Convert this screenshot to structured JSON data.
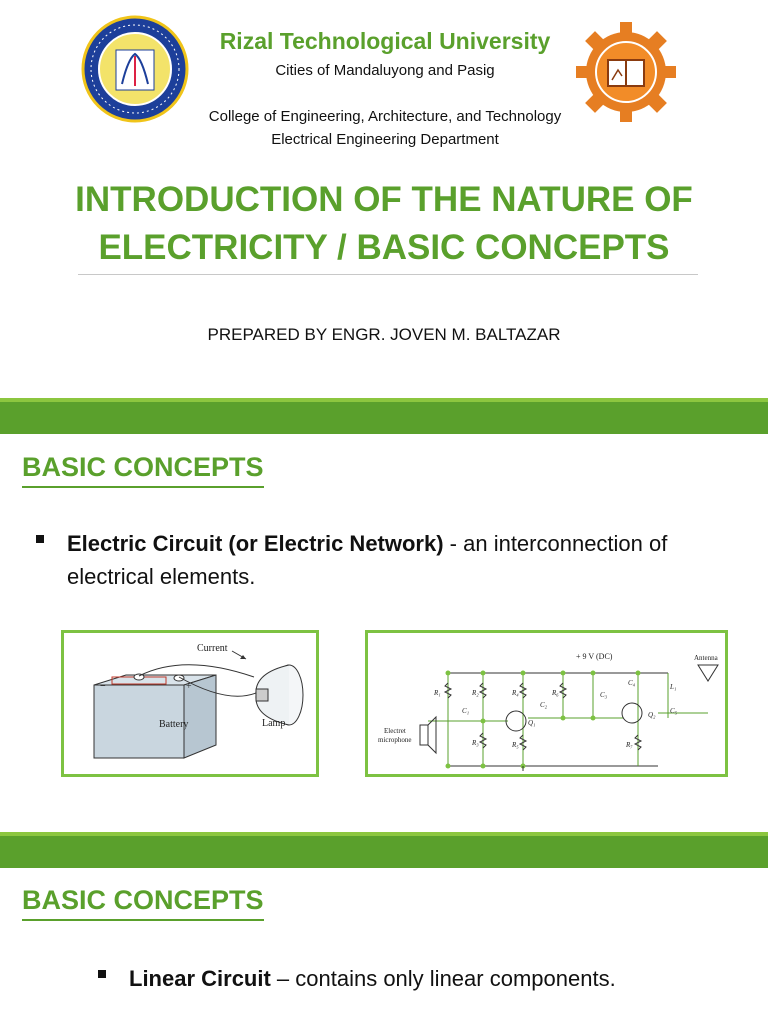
{
  "header": {
    "university": "Rizal Technological University",
    "cities": "Cities of Mandaluyong and Pasig",
    "college": "College of Engineering, Architecture, and Technology",
    "department": "Electrical Engineering Department"
  },
  "slide1": {
    "title_line1": "INTRODUCTION OF THE NATURE OF",
    "title_line2": "ELECTRICITY / BASIC CONCEPTS",
    "prepared_by": "PREPARED BY ENGR. JOVEN M. BALTAZAR"
  },
  "slide2": {
    "heading": "BASIC CONCEPTS",
    "bullet_term": "Electric Circuit (or Electric Network)",
    "bullet_rest": " - an interconnection of",
    "bullet_line2": "electrical elements.",
    "fig1": {
      "current": "Current",
      "battery": "Battery",
      "lamp": "Lamp"
    },
    "fig2": {
      "supply": "+ 9 V (DC)",
      "antenna": "Antenna",
      "mic1": "Electret",
      "mic2": "microphone",
      "r1": "R₁",
      "r2": "R₂",
      "r3": "R₃",
      "r4": "R₄",
      "r5": "R₅",
      "r6": "R₆",
      "r7": "R₇",
      "c1": "C₁",
      "c2": "C₂",
      "c3": "C₃",
      "c4": "C₄",
      "c5": "C₅",
      "l1": "L₁",
      "q1": "Q₁",
      "q2": "Q₂"
    }
  },
  "slide3": {
    "heading": "BASIC CONCEPTS",
    "bullet_term": "Linear Circuit",
    "bullet_rest": " – contains only linear components."
  },
  "colors": {
    "accent": "#5aa02c",
    "bar": "#5aa02c",
    "frame": "#7dc242"
  }
}
